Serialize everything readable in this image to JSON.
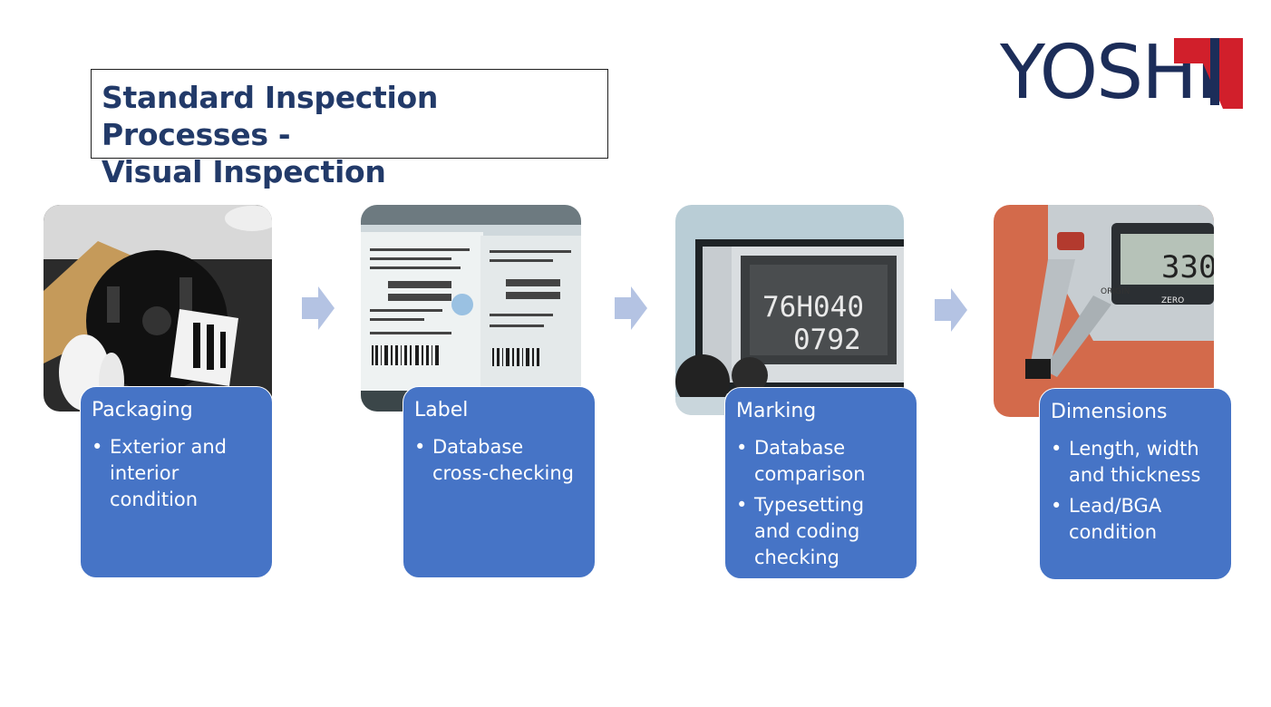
{
  "title": {
    "line1": "Standard Inspection Processes -",
    "line2": "Visual Inspection"
  },
  "logo": {
    "text": "YOSHI"
  },
  "colors": {
    "title": "#223a69",
    "card": "#4674c6",
    "arrow": "#b4c3e3",
    "logo_text": "#1c2d59",
    "logo_red": "#d11f2b"
  },
  "steps": [
    {
      "title": "Packaging",
      "bullets": [
        "Exterior and interior condition"
      ],
      "photo": "packaging-photo"
    },
    {
      "title": "Label",
      "bullets": [
        "Database cross-checking"
      ],
      "photo": "label-photo"
    },
    {
      "title": "Marking",
      "bullets": [
        "Database comparison",
        "Typesetting and coding checking"
      ],
      "photo": "marking-photo",
      "chip_text": {
        "line1": "76H040",
        "line2": "0792"
      }
    },
    {
      "title": "Dimensions",
      "bullets": [
        "Length, width and thickness",
        "Lead/BGA condition"
      ],
      "photo": "dimensions-photo",
      "caliper_text": {
        "reading": "330",
        "origin": "ORIGIN",
        "zero": "ZERO"
      }
    }
  ]
}
